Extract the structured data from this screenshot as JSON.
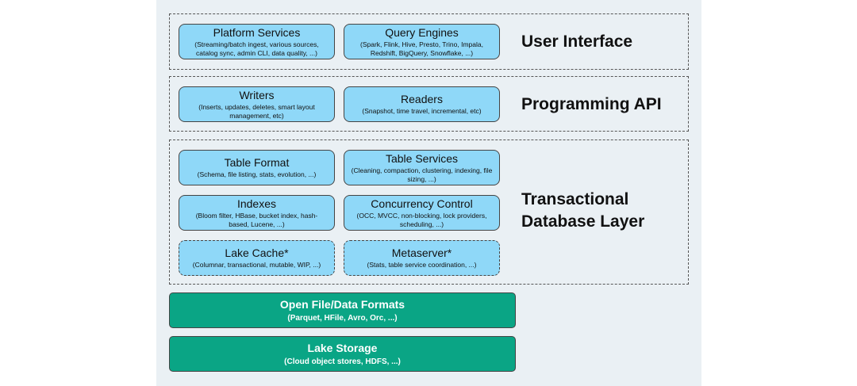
{
  "colors": {
    "component_fill": "#8fd8f8",
    "storage_fill": "#0aa585",
    "background": "#eaf0f4"
  },
  "user_interface": {
    "label": "User Interface",
    "platform_services": {
      "title": "Platform Services",
      "subtitle": "(Streaming/batch ingest, various sources, catalog sync, admin CLI, data quality, ...)"
    },
    "query_engines": {
      "title": "Query Engines",
      "subtitle": "(Spark, Flink, Hive, Presto, Trino, Impala, Redshift, BigQuery, Snowflake, ...)"
    }
  },
  "programming_api": {
    "label": "Programming API",
    "writers": {
      "title": "Writers",
      "subtitle": "(Inserts, updates, deletes, smart layout management, etc)"
    },
    "readers": {
      "title": "Readers",
      "subtitle": "(Snapshot, time travel, incremental, etc)"
    }
  },
  "transactional_db": {
    "label": "Transactional\nDatabase Layer",
    "table_format": {
      "title": "Table Format",
      "subtitle": "(Schema, file listing, stats, evolution, ...)"
    },
    "table_services": {
      "title": "Table Services",
      "subtitle": "(Cleaning, compaction, clustering, indexing, file sizing, ...)"
    },
    "indexes": {
      "title": "Indexes",
      "subtitle": "(Bloom filter, HBase, bucket index, hash-based, Lucene, ...)"
    },
    "concurrency_control": {
      "title": "Concurrency Control",
      "subtitle": "(OCC, MVCC, non-blocking, lock providers, scheduling, ...)"
    },
    "lake_cache": {
      "title": "Lake Cache*",
      "subtitle": "(Columnar, transactional, mutable, WIP, ...)"
    },
    "metaserver": {
      "title": "Metaserver*",
      "subtitle": "(Stats, table service coordination, ...)"
    }
  },
  "open_formats": {
    "title": "Open File/Data Formats",
    "subtitle": "(Parquet, HFile, Avro, Orc, ...)"
  },
  "lake_storage": {
    "title": "Lake Storage",
    "subtitle": "(Cloud object stores, HDFS, ...)"
  }
}
